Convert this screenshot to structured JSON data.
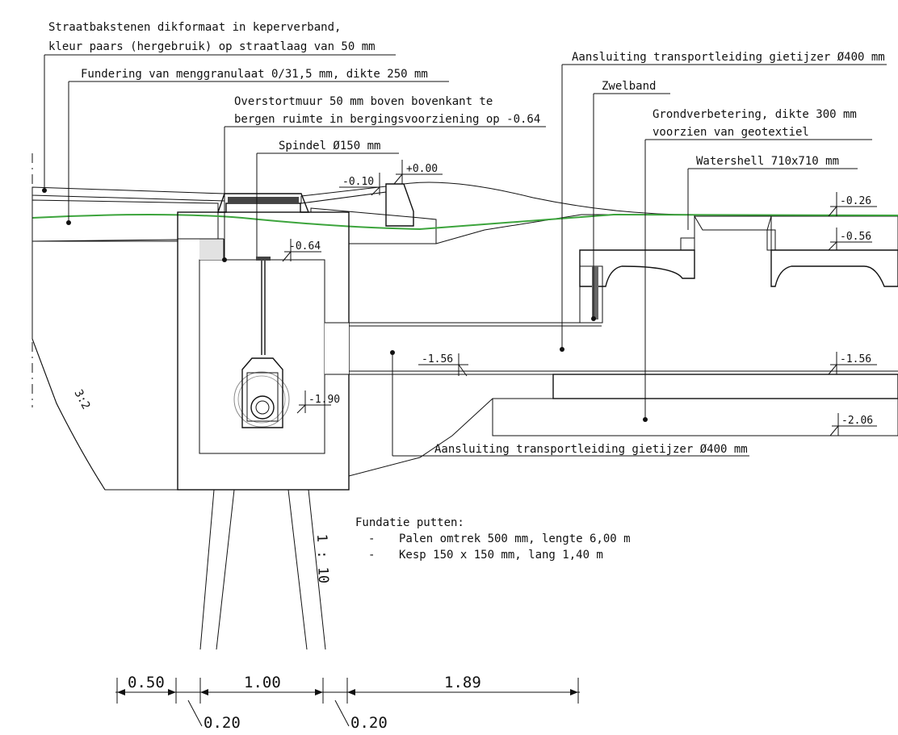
{
  "labels": {
    "pavement_line1": "Straatbakstenen dikformaat in keperverband,",
    "pavement_line2": "kleur paars (hergebruik) op straatlaag van 50 mm",
    "foundation": "Fundering van menggranulaat 0/31,5 mm, dikte 250 mm",
    "overflow_line1": "Overstortmuur 50 mm boven bovenkant te",
    "overflow_line2": "bergen ruimte in bergingsvoorziening op -0.64",
    "spindle": "Spindel Ø150 mm",
    "transport_top": "Aansluiting transportleiding gietijzer Ø400 mm",
    "swellband": "Zwelband",
    "soil_line1": "Grondverbetering, dikte 300 mm",
    "soil_line2": "voorzien van geotextiel",
    "watershell": "Watershell 710x710 mm",
    "transport_bottom": "Aansluiting transportleiding gietijzer Ø400 mm"
  },
  "levels": {
    "l_000": "+0.00",
    "l_010": "-0.10",
    "l_064": "-0.64",
    "l_026": "-0.26",
    "l_056": "-0.56",
    "l_156a": "-1.56",
    "l_156b": "-1.56",
    "l_190": "-1.90",
    "l_206": "-2.06"
  },
  "notes": {
    "title": "Fundatie putten:",
    "dash": "-",
    "item1": "Palen omtrek 500 mm, lengte 6,00 m",
    "item2": "Kesp 150 x 150 mm, lang 1,40 m"
  },
  "slopes": {
    "embankment": "3:2",
    "pile": "1 : 10"
  },
  "dimensions": {
    "d1": "0.50",
    "d2": "1.00",
    "d3": "1.89",
    "w1": "0.20",
    "w2": "0.20"
  },
  "colors": {
    "line": "#111111",
    "concrete": "#a8a8a8",
    "water": "#e2e2e2",
    "geotextile": "#3ca43c",
    "dark_block": "#7a7a7a"
  }
}
